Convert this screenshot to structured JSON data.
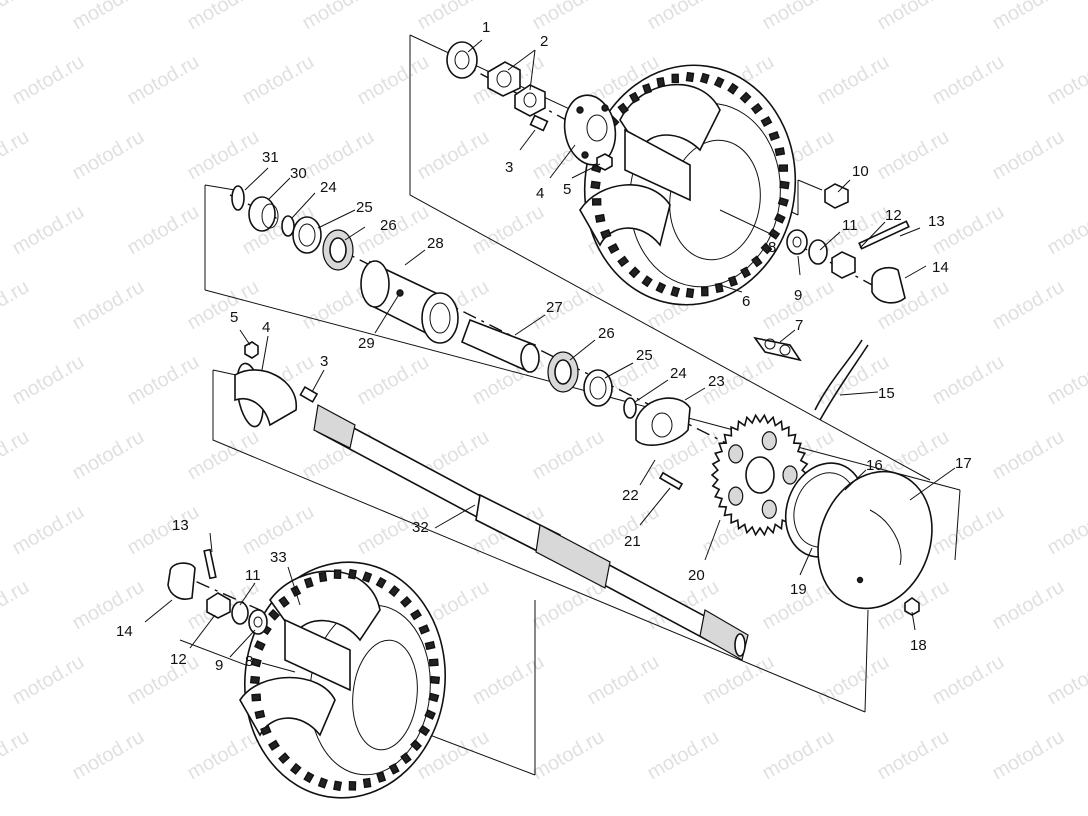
{
  "watermark": "motod.ru",
  "callouts": [
    {
      "id": "c1",
      "text": "1"
    },
    {
      "id": "c2",
      "text": "2"
    },
    {
      "id": "c3a",
      "text": "3"
    },
    {
      "id": "c4a",
      "text": "4"
    },
    {
      "id": "c5a",
      "text": "5"
    },
    {
      "id": "c6",
      "text": "6"
    },
    {
      "id": "c8a",
      "text": "8"
    },
    {
      "id": "c9a",
      "text": "9"
    },
    {
      "id": "c10",
      "text": "10"
    },
    {
      "id": "c11a",
      "text": "11"
    },
    {
      "id": "c12a",
      "text": "12"
    },
    {
      "id": "c13a",
      "text": "13"
    },
    {
      "id": "c14a",
      "text": "14"
    },
    {
      "id": "c7",
      "text": "7"
    },
    {
      "id": "c15",
      "text": "15"
    },
    {
      "id": "c16",
      "text": "16"
    },
    {
      "id": "c17",
      "text": "17"
    },
    {
      "id": "c18",
      "text": "18"
    },
    {
      "id": "c19",
      "text": "19"
    },
    {
      "id": "c20",
      "text": "20"
    },
    {
      "id": "c21",
      "text": "21"
    },
    {
      "id": "c22",
      "text": "22"
    },
    {
      "id": "c23",
      "text": "23"
    },
    {
      "id": "c24a",
      "text": "24"
    },
    {
      "id": "c25a",
      "text": "25"
    },
    {
      "id": "c26a",
      "text": "26"
    },
    {
      "id": "c27",
      "text": "27"
    },
    {
      "id": "c28",
      "text": "28"
    },
    {
      "id": "c29",
      "text": "29"
    },
    {
      "id": "c30",
      "text": "30"
    },
    {
      "id": "c31",
      "text": "31"
    },
    {
      "id": "c24b",
      "text": "24"
    },
    {
      "id": "c25b",
      "text": "25"
    },
    {
      "id": "c26b",
      "text": "26"
    },
    {
      "id": "c5b",
      "text": "5"
    },
    {
      "id": "c4b",
      "text": "4"
    },
    {
      "id": "c3b",
      "text": "3"
    },
    {
      "id": "c32",
      "text": "32"
    },
    {
      "id": "c33",
      "text": "33"
    },
    {
      "id": "c13b",
      "text": "13"
    },
    {
      "id": "c11b",
      "text": "11"
    },
    {
      "id": "c14b",
      "text": "14"
    },
    {
      "id": "c12b",
      "text": "12"
    },
    {
      "id": "c9b",
      "text": "9"
    },
    {
      "id": "c8b",
      "text": "8"
    }
  ]
}
